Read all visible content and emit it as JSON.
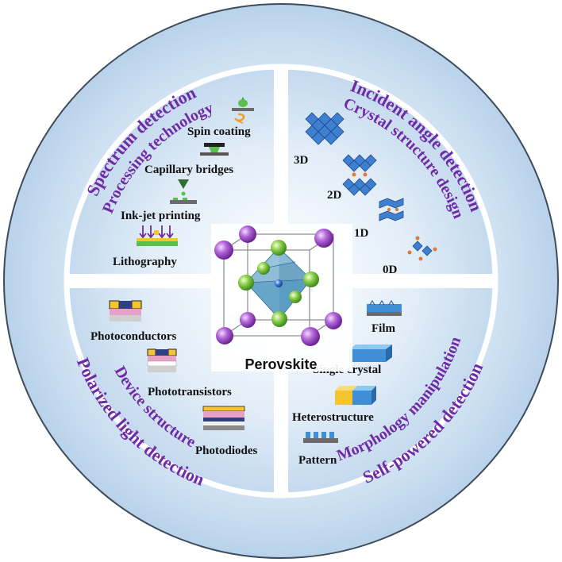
{
  "outer_ring": {
    "top_left": "Spectrum detection",
    "top_right": "Incident angle detection",
    "bottom_left": "Polarized light detection",
    "bottom_right": "Self-powered detection"
  },
  "inner_ring": {
    "top_left": "Processing technology",
    "top_right": "Crystal structure design",
    "bottom_left": "Device structure",
    "bottom_right": "Morphology manipulation"
  },
  "center": {
    "label": "Perovskite"
  },
  "processing": {
    "spin_coating": "Spin coating",
    "capillary_bridges": "Capillary bridges",
    "ink_jet": "Ink-jet printing",
    "lithography": "Lithography"
  },
  "crystal": {
    "d3": "3D",
    "d2": "2D",
    "d1": "1D",
    "d0": "0D"
  },
  "device": {
    "photoconductors": "Photoconductors",
    "phototransistors": "Phototransistors",
    "photodiodes": "Photodiodes"
  },
  "morphology": {
    "film": "Film",
    "single_crystal": "Single crystal",
    "heterostructure": "Heterostructure",
    "pattern": "Pattern"
  },
  "colors": {
    "outer_ring": "#cde0f0",
    "inner_disc": "#d7e6f3",
    "label_purple": "#6f2aa5",
    "divider": "#ffffff"
  }
}
